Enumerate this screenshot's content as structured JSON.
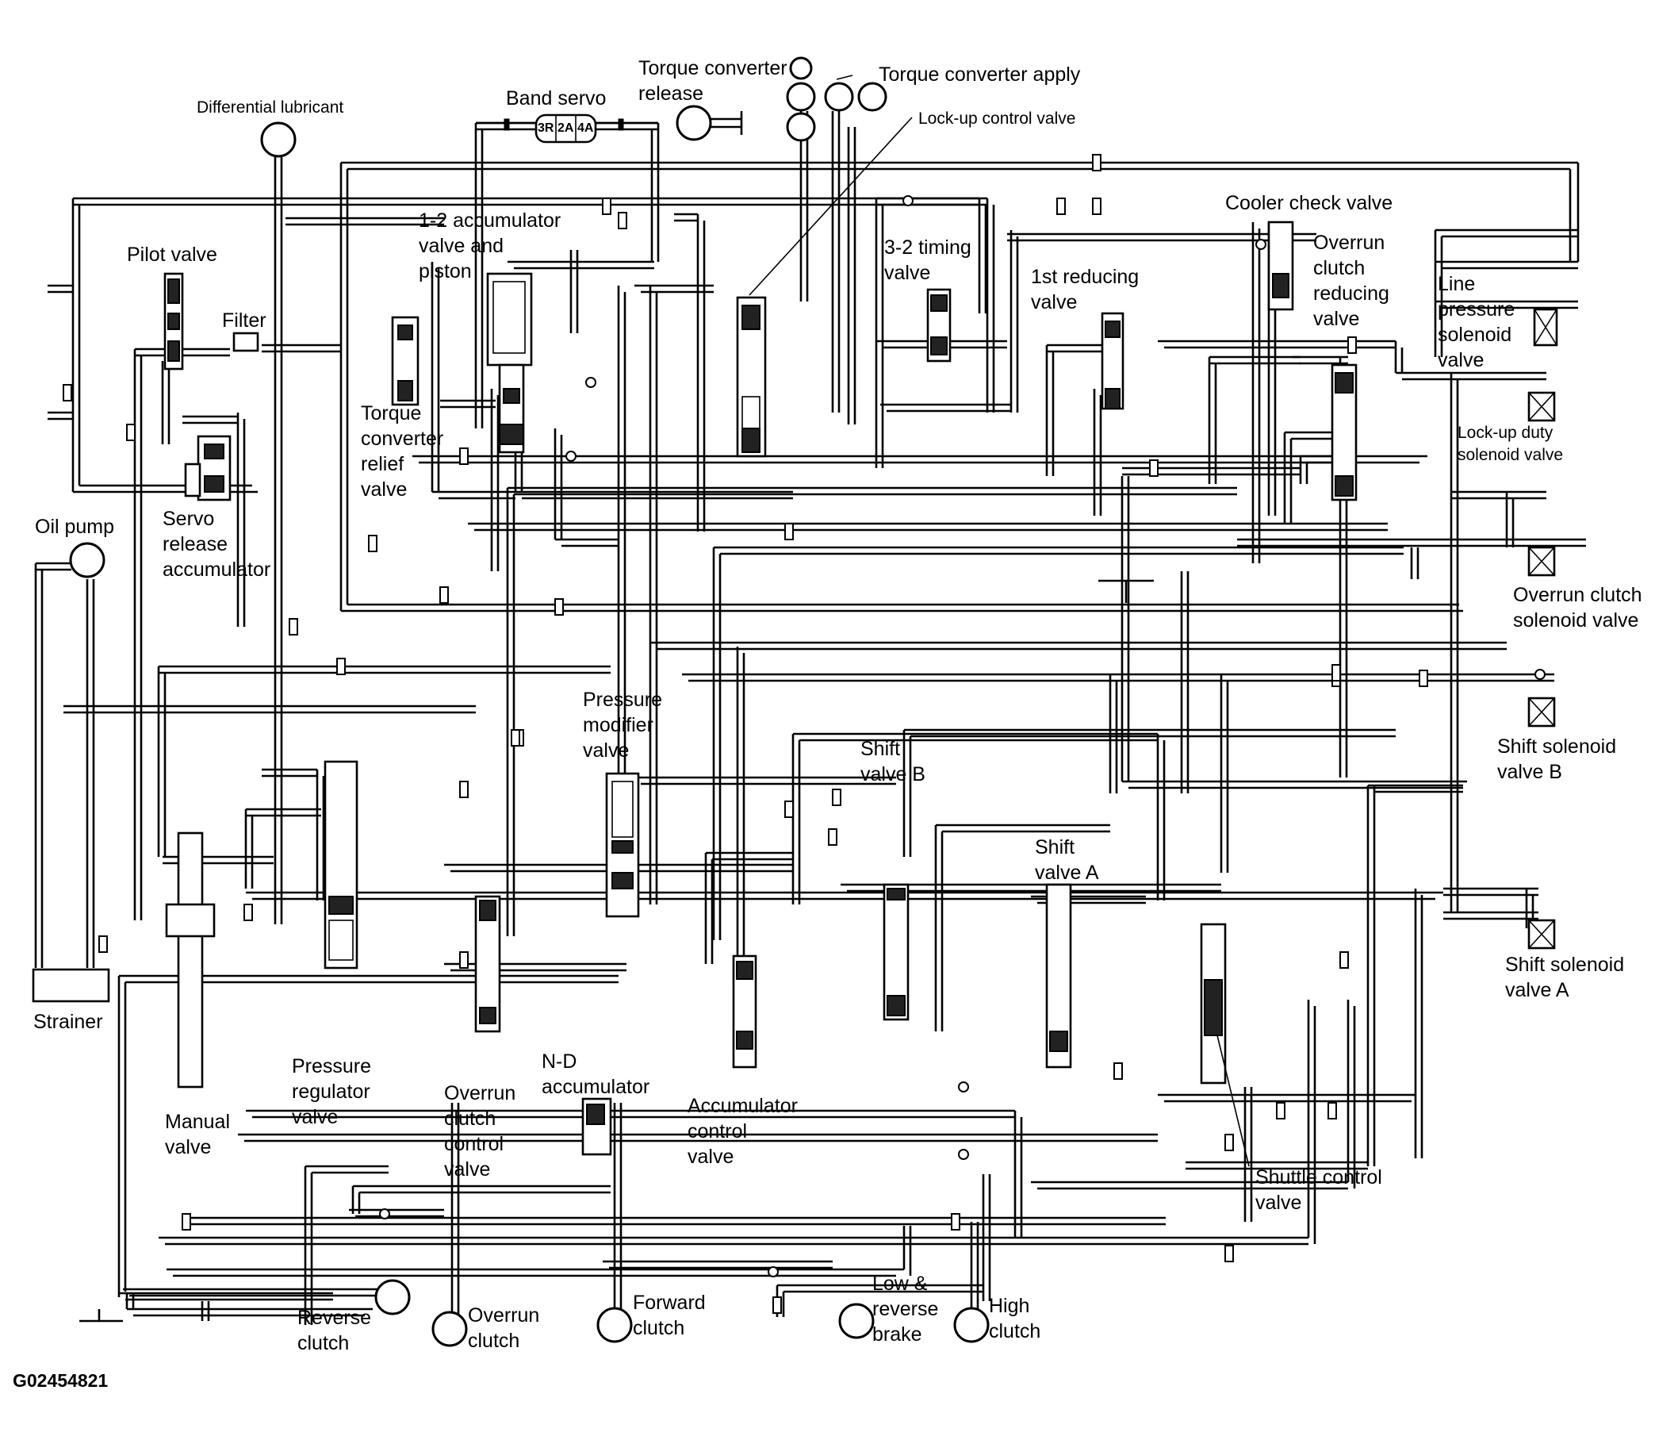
{
  "diagram_id": "G02454821",
  "labels": {
    "differential_lubricant": "Differential lubricant",
    "band_servo": "Band servo",
    "band_servo_3r": "3R",
    "band_servo_2a": "2A",
    "band_servo_4a": "4A",
    "torque_converter_release": "Torque converter\nrelease",
    "torque_converter_apply": "Torque converter apply",
    "lock_up_control_valve": "Lock-up control valve",
    "accumulator_1_2": "1-2 accumulator\nvalve and\npiston",
    "pilot_valve": "Pilot valve",
    "filter": "Filter",
    "cooler_check_valve": "Cooler check valve",
    "timing_valve_3_2": "3-2 timing\nvalve",
    "first_reducing_valve": "1st reducing\nvalve",
    "overrun_clutch_reducing_valve": "Overrun\nclutch\nreducing\nvalve",
    "line_pressure_solenoid_valve": "Line\npressure\nsolenoid\nvalve",
    "lock_up_duty_solenoid_valve": "Lock-up duty\nsolenoid valve",
    "torque_converter_relief_valve": "Torque\nconverter\nrelief\nvalve",
    "servo_release_accumulator": "Servo\nrelease\naccumulator",
    "oil_pump": "Oil pump",
    "overrun_clutch_solenoid_valve": "Overrun clutch\nsolenoid valve",
    "pressure_modifier_valve": "Pressure\nmodifier\nvalve",
    "shift_valve_b": "Shift\nvalve B",
    "shift_solenoid_valve_b": "Shift solenoid\nvalve B",
    "shift_valve_a": "Shift\nvalve A",
    "shift_solenoid_valve_a": "Shift solenoid\nvalve A",
    "strainer": "Strainer",
    "pressure_regulator_valve": "Pressure\nregulator\nvalve",
    "manual_valve": "Manual\nvalve",
    "overrun_clutch_control_valve": "Overrun\nclutch\ncontrol\nvalve",
    "nd_accumulator": "N-D\naccumulator",
    "accumulator_control_valve": "Accumulator\ncontrol\nvalve",
    "shuttle_control_valve": "Shuttle control\nvalve",
    "reverse_clutch": "Reverse\nclutch",
    "overrun_clutch": "Overrun\nclutch",
    "forward_clutch": "Forward\nclutch",
    "low_reverse_brake": "Low &\nreverse\nbrake",
    "high_clutch": "High\nclutch"
  }
}
